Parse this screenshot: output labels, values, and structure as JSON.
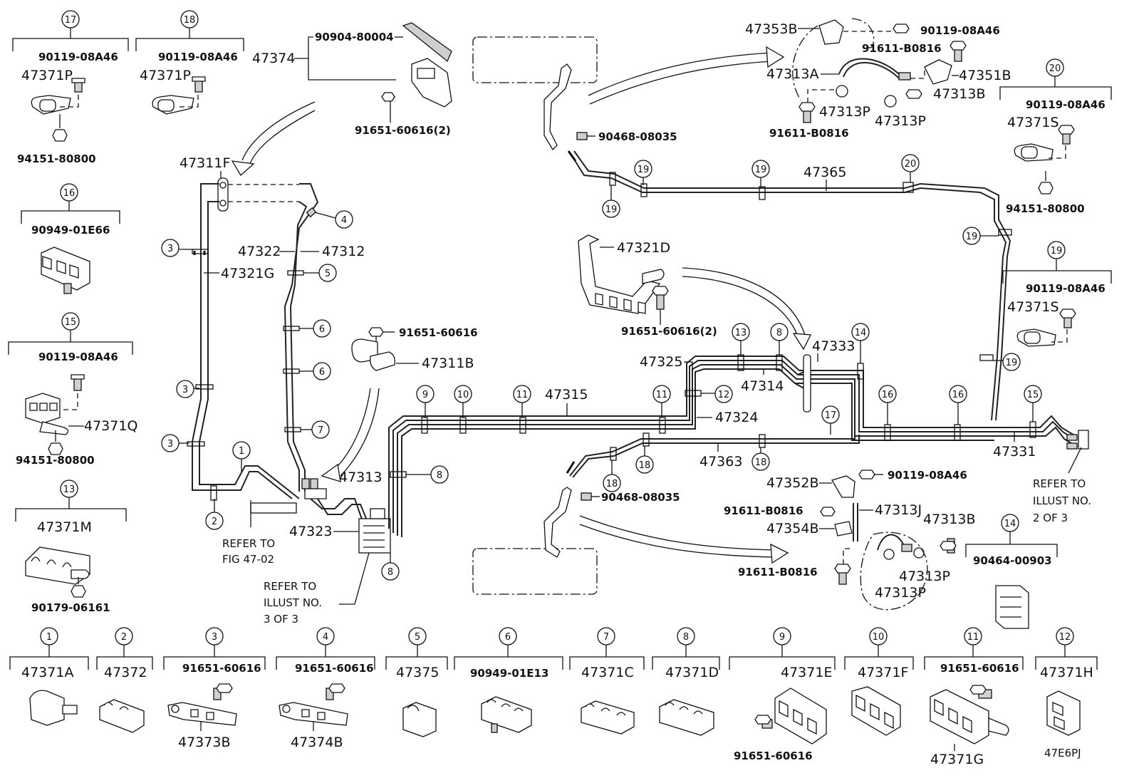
{
  "callouts": {
    "c17": "17",
    "c18": "18",
    "c16": "16",
    "c15": "15",
    "c13": "13",
    "c20": "20",
    "c19": "19",
    "c14": "14",
    "b1": "1",
    "b2": "2",
    "b3": "3",
    "b4": "4",
    "b5": "5",
    "b6": "6",
    "b7": "7",
    "b8": "8",
    "b9": "9",
    "b10": "10",
    "b11": "11",
    "b12": "12"
  },
  "left_column": {
    "g17": {
      "top": "90119-08A46",
      "part": "47371P",
      "bottom": "94151-80800"
    },
    "g18": {
      "top": "90119-08A46",
      "part": "47371P"
    },
    "g16": {
      "top": "90949-01E66"
    },
    "g15": {
      "top": "90119-08A46",
      "part": "47371Q",
      "bottom": "94151-80800"
    },
    "g13": {
      "part": "47371M",
      "bottom": "90179-06161"
    }
  },
  "right_column": {
    "g20": {
      "top": "90119-08A46",
      "part": "47371S",
      "bottom": "94151-80800"
    },
    "g19": {
      "top": "90119-08A46",
      "part": "47371S"
    },
    "g14": {
      "top": "90464-00903"
    }
  },
  "bottom_row": [
    {
      "n": "1",
      "part": "47371A"
    },
    {
      "n": "2",
      "part": "47372"
    },
    {
      "n": "3",
      "top": "91651-60616",
      "part": "47373B"
    },
    {
      "n": "4",
      "top": "91651-60616",
      "part": "47374B"
    },
    {
      "n": "5",
      "part": "47375"
    },
    {
      "n": "6",
      "top": "90949-01E13"
    },
    {
      "n": "7",
      "part": "47371C"
    },
    {
      "n": "8",
      "part": "47371D"
    },
    {
      "n": "9",
      "part": "47371E",
      "bottom": "91651-60616"
    },
    {
      "n": "10",
      "part": "47371F"
    },
    {
      "n": "11",
      "top": "91651-60616",
      "part": "47371G"
    },
    {
      "n": "12",
      "part": "47371H"
    }
  ],
  "main": {
    "p47374": "47374",
    "p90904": "90904-80004",
    "p91651a": "91651-60616(2)",
    "p47311F": "47311F",
    "p47322": "47322",
    "p47312": "47312",
    "p47321G": "47321G",
    "p91651b": "91651-60616",
    "p47311B": "47311B",
    "p47313": "47313",
    "p47323": "47323",
    "refer_fig_1": "REFER TO",
    "refer_fig_2": "FIG 47-02",
    "refer_illus3_1": "REFER TO",
    "refer_illus3_2": "ILLUST NO.",
    "refer_illus3_3": "3 OF 3",
    "p47315": "47315",
    "p47324": "47324",
    "p47363": "47363",
    "p47325": "47325",
    "p47314": "47314",
    "p47333": "47333",
    "p47331": "47331",
    "refer_illus2_1": "REFER TO",
    "refer_illus2_2": "ILLUST NO.",
    "refer_illus2_3": "2 OF 3",
    "p47321D": "47321D",
    "p91651c": "91651-60616(2)",
    "p47365": "47365",
    "p90468a": "90468-08035",
    "p90468b": "90468-08035",
    "p47353B": "47353B",
    "p90119a": "90119-08A46",
    "p91611a": "91611-B0816",
    "p47313A": "47313A",
    "p47351B": "47351B",
    "p47313Ba": "47313B",
    "p47313Pa": "47313P",
    "p47313Pb": "47313P",
    "p91611b": "91611-B0816",
    "p47352B": "47352B",
    "p90119b": "90119-08A46",
    "p91611c": "91611-B0816",
    "p47313J": "47313J",
    "p47354B": "47354B",
    "p47313Bb": "47313B",
    "p47313Pc": "47313P",
    "p47313Pd": "47313P",
    "p91611d": "91611-B0816",
    "code": "47E6PJ"
  }
}
